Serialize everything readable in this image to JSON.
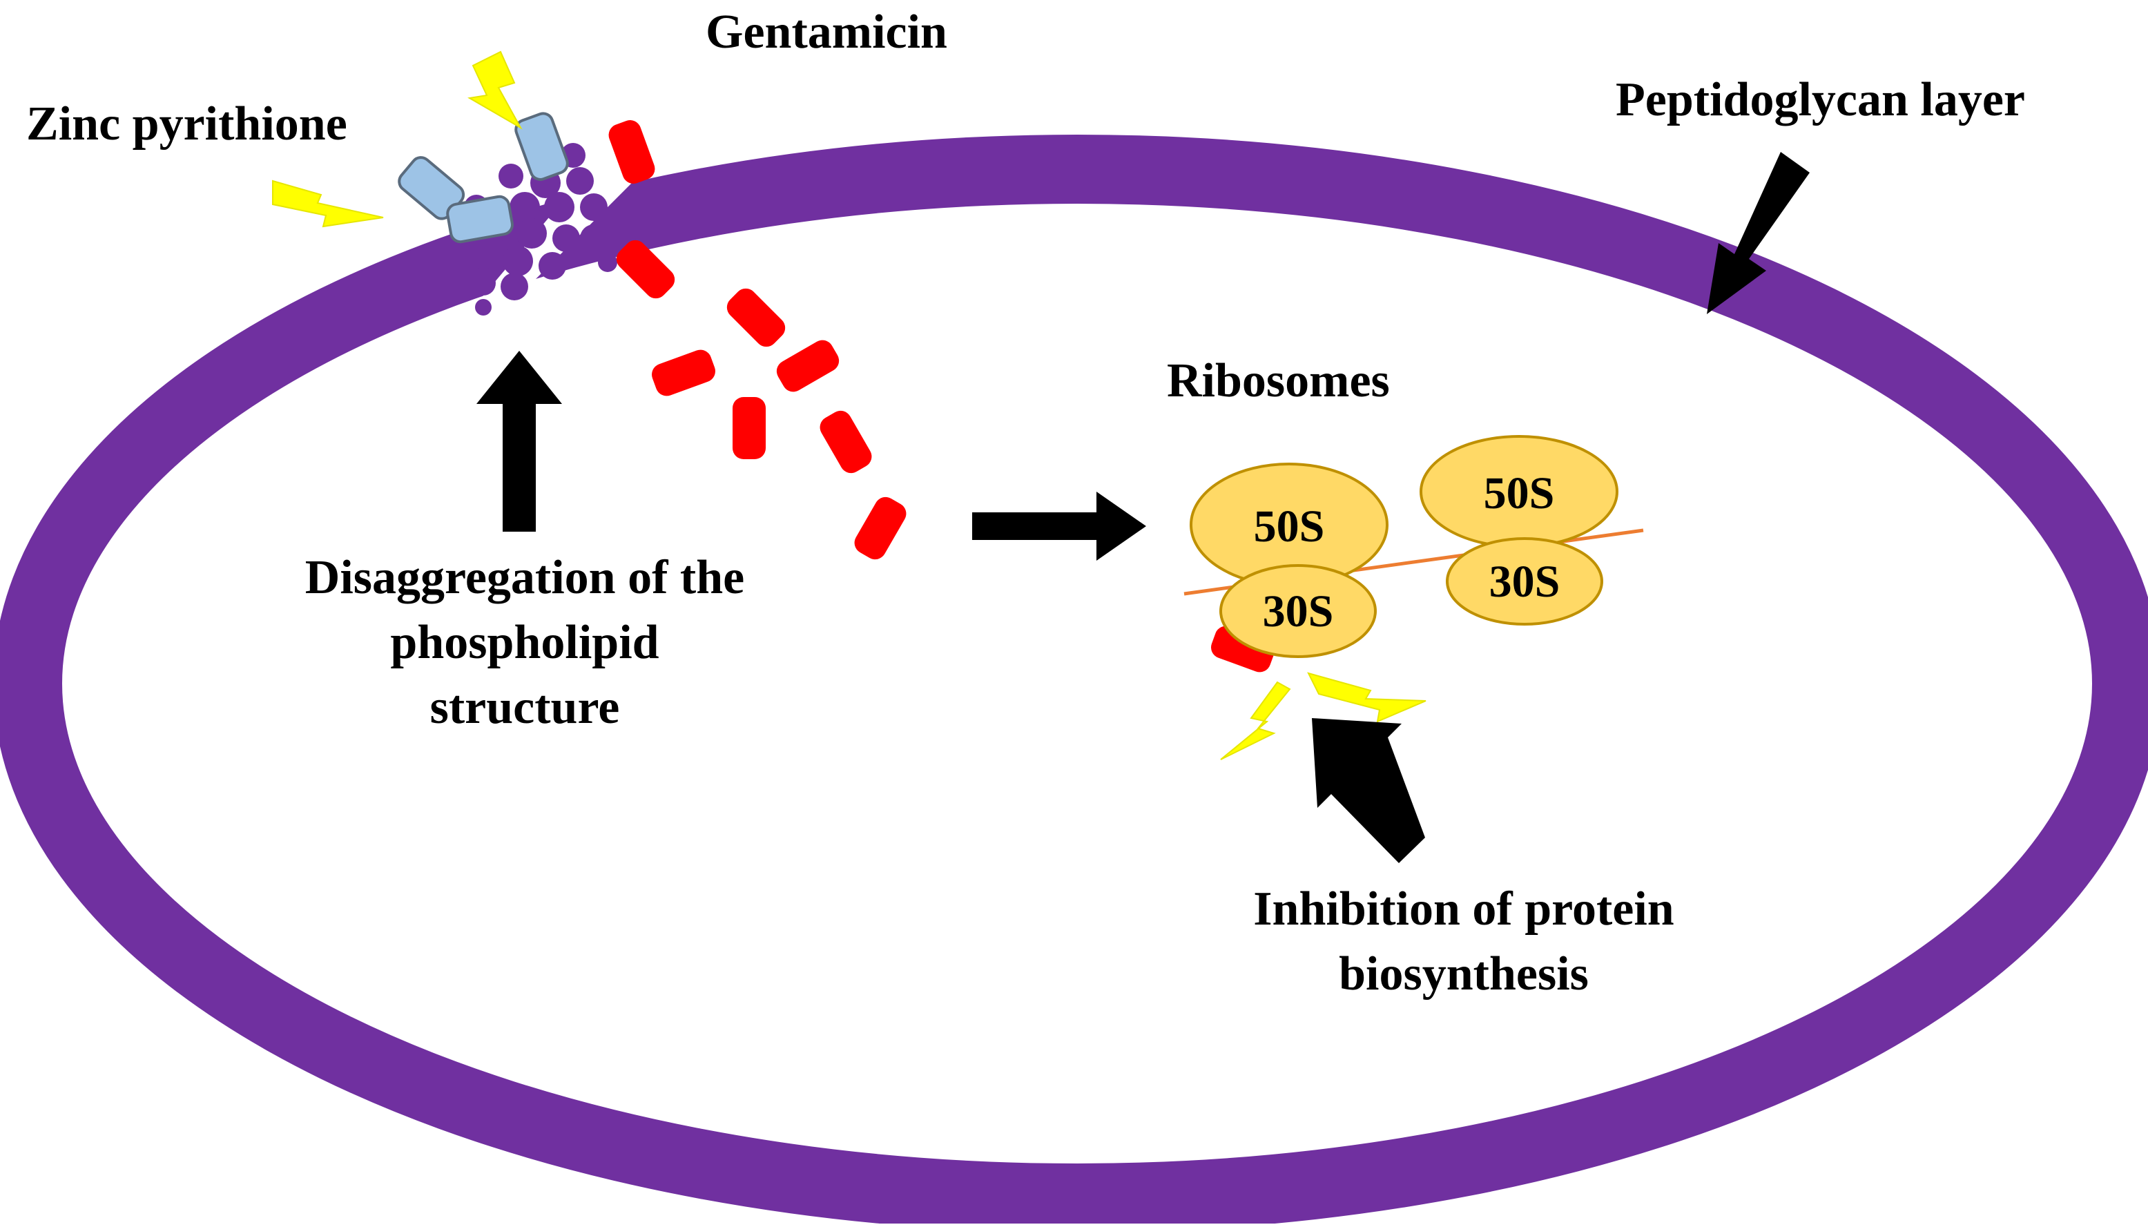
{
  "labels": {
    "gentamicin": "Gentamicin",
    "zinc_pyrithione": "Zinc pyrithione",
    "peptidoglycan_layer": "Peptidoglycan layer",
    "ribosomes": "Ribosomes",
    "disaggregation": [
      "Disaggregation of the",
      "phospholipid",
      "structure"
    ],
    "inhibition": [
      "Inhibition of protein",
      "biosynthesis"
    ]
  },
  "ribosomes": [
    {
      "large": "50S",
      "small": "30S"
    },
    {
      "large": "50S",
      "small": "30S"
    }
  ],
  "colors": {
    "membrane": "#7030a0",
    "gentamicin": "#ff0000",
    "zinc_pyrithione": "#9dc3e6",
    "ribosome_fill": "#ffd966",
    "ribosome_stroke": "#bf9000",
    "mrna": "#ed7d31",
    "lightning": "#ffff00",
    "arrow": "#000000"
  }
}
